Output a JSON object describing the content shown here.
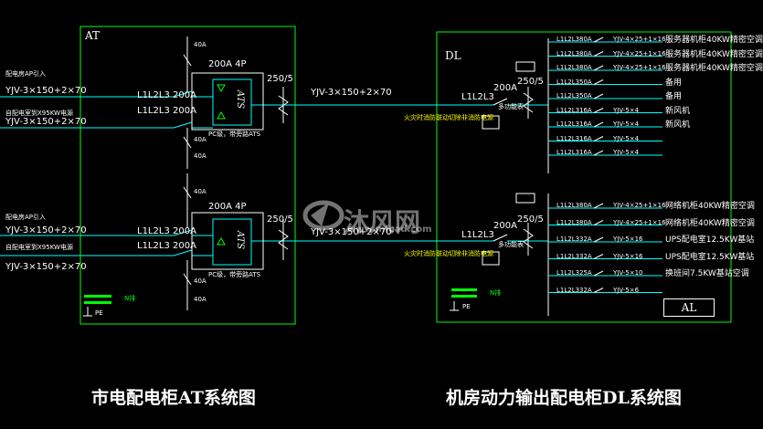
{
  "at_panel": {
    "title": "AT",
    "caption": "市电配电柜AT系统图",
    "upper": {
      "in1_label": "配电房AP引入",
      "in1_cable": "YJV-3×150+2×70",
      "in2_label": "自配电室到X95KW电源",
      "in2_cable": "YJV-3×150+2×70",
      "bus1": "L1L2L3 200A",
      "bus2": "L1L2L3 200A",
      "breaker": "200A 4P",
      "ats": "ATS",
      "pc_note": "PC级，带旁路ATS",
      "spd": "250/5"
    },
    "lower": {
      "in1_label": "配电房AP引入",
      "in1_cable": "YJV-3×150+2×70",
      "in2_label": "自配电室到X95KW电源",
      "in2_cable": "YJV-3×150+2×70",
      "bus1": "L1L2L3 200A",
      "bus2": "L1L2L3 200A",
      "breaker": "200A 4P",
      "ats": "ATS",
      "pc_note": "PC级，带旁路ATS",
      "spd": "250/5"
    },
    "link_cable_upper": "YJV-3×150+2×70",
    "link_cable_lower": "YJV-3×150+2×70",
    "small_notes": [
      "40A",
      "40A",
      "40A",
      "40A",
      "40A",
      "40A"
    ],
    "legend_text": "N排",
    "ground_text": "PE"
  },
  "dl_panel": {
    "title": "DL",
    "caption": "机房动力输出配电柜DL系统图",
    "upper": {
      "main_bus": "L1L2L3",
      "main_breaker": "200A",
      "spd": "250/5",
      "note": "火灾时消防联动切除非消防电源",
      "meter_label": "多功能表",
      "branches": [
        {
          "phases": "L1L2L3",
          "amps": "80A",
          "cable": "YJV-4×25+1×16",
          "desc": "服务器机柜40KW精密空调"
        },
        {
          "phases": "L1L2L3",
          "amps": "80A",
          "cable": "YJV-4×25+1×16",
          "desc": "服务器机柜40KW精密空调"
        },
        {
          "phases": "L1L2L3",
          "amps": "80A",
          "cable": "YJV-4×25+1×16",
          "desc": "服务器机柜40KW精密空调"
        },
        {
          "phases": "L1L2L3",
          "amps": "50A",
          "cable": "",
          "desc": "备用"
        },
        {
          "phases": "L1L2L3",
          "amps": "50A",
          "cable": "",
          "desc": "备用"
        },
        {
          "phases": "L1L2L3",
          "amps": "16A",
          "cable": "YJV-5×4",
          "desc": "新风机"
        },
        {
          "phases": "L1L2L3",
          "amps": "16A",
          "cable": "YJV-5×4",
          "desc": "新风机"
        },
        {
          "phases": "L1L2L3",
          "amps": "16A",
          "cable": "YJV-5×4",
          "desc": ""
        },
        {
          "phases": "L1L2L3",
          "amps": "16A",
          "cable": "YJV-5×4",
          "desc": ""
        }
      ]
    },
    "lower": {
      "main_bus": "L1L2L3",
      "main_breaker": "200A",
      "spd": "250/5",
      "note": "火灾时消防联动切除非消防电源",
      "meter_label": "多功能表",
      "branches": [
        {
          "phases": "L1L2L3",
          "amps": "80A",
          "cable": "YJV-4×25+1×16",
          "desc": "网络机柜40KW精密空调"
        },
        {
          "phases": "L1L2L3",
          "amps": "80A",
          "cable": "YJV-4×25+1×16",
          "desc": "网络机柜40KW精密空调"
        },
        {
          "phases": "L1L2L3",
          "amps": "32A",
          "cable": "YJV-5×16",
          "desc": "UPS配电室12.5KW基站"
        },
        {
          "phases": "L1L2L3",
          "amps": "32A",
          "cable": "YJV-5×16",
          "desc": "UPS配电室12.5KW基站"
        },
        {
          "phases": "L1L2L3",
          "amps": "25A",
          "cable": "YJV-5×10",
          "desc": "换班间7.5KW基站空调"
        },
        {
          "phases": "L1L2L3",
          "amps": "32A",
          "cable": "YJV-5×6",
          "desc": ""
        }
      ]
    },
    "al_box": "AL",
    "legend_text": "N排",
    "ground_text": "PE"
  },
  "watermark": {
    "name": "沐风网",
    "url": "www.mfcad.com"
  }
}
